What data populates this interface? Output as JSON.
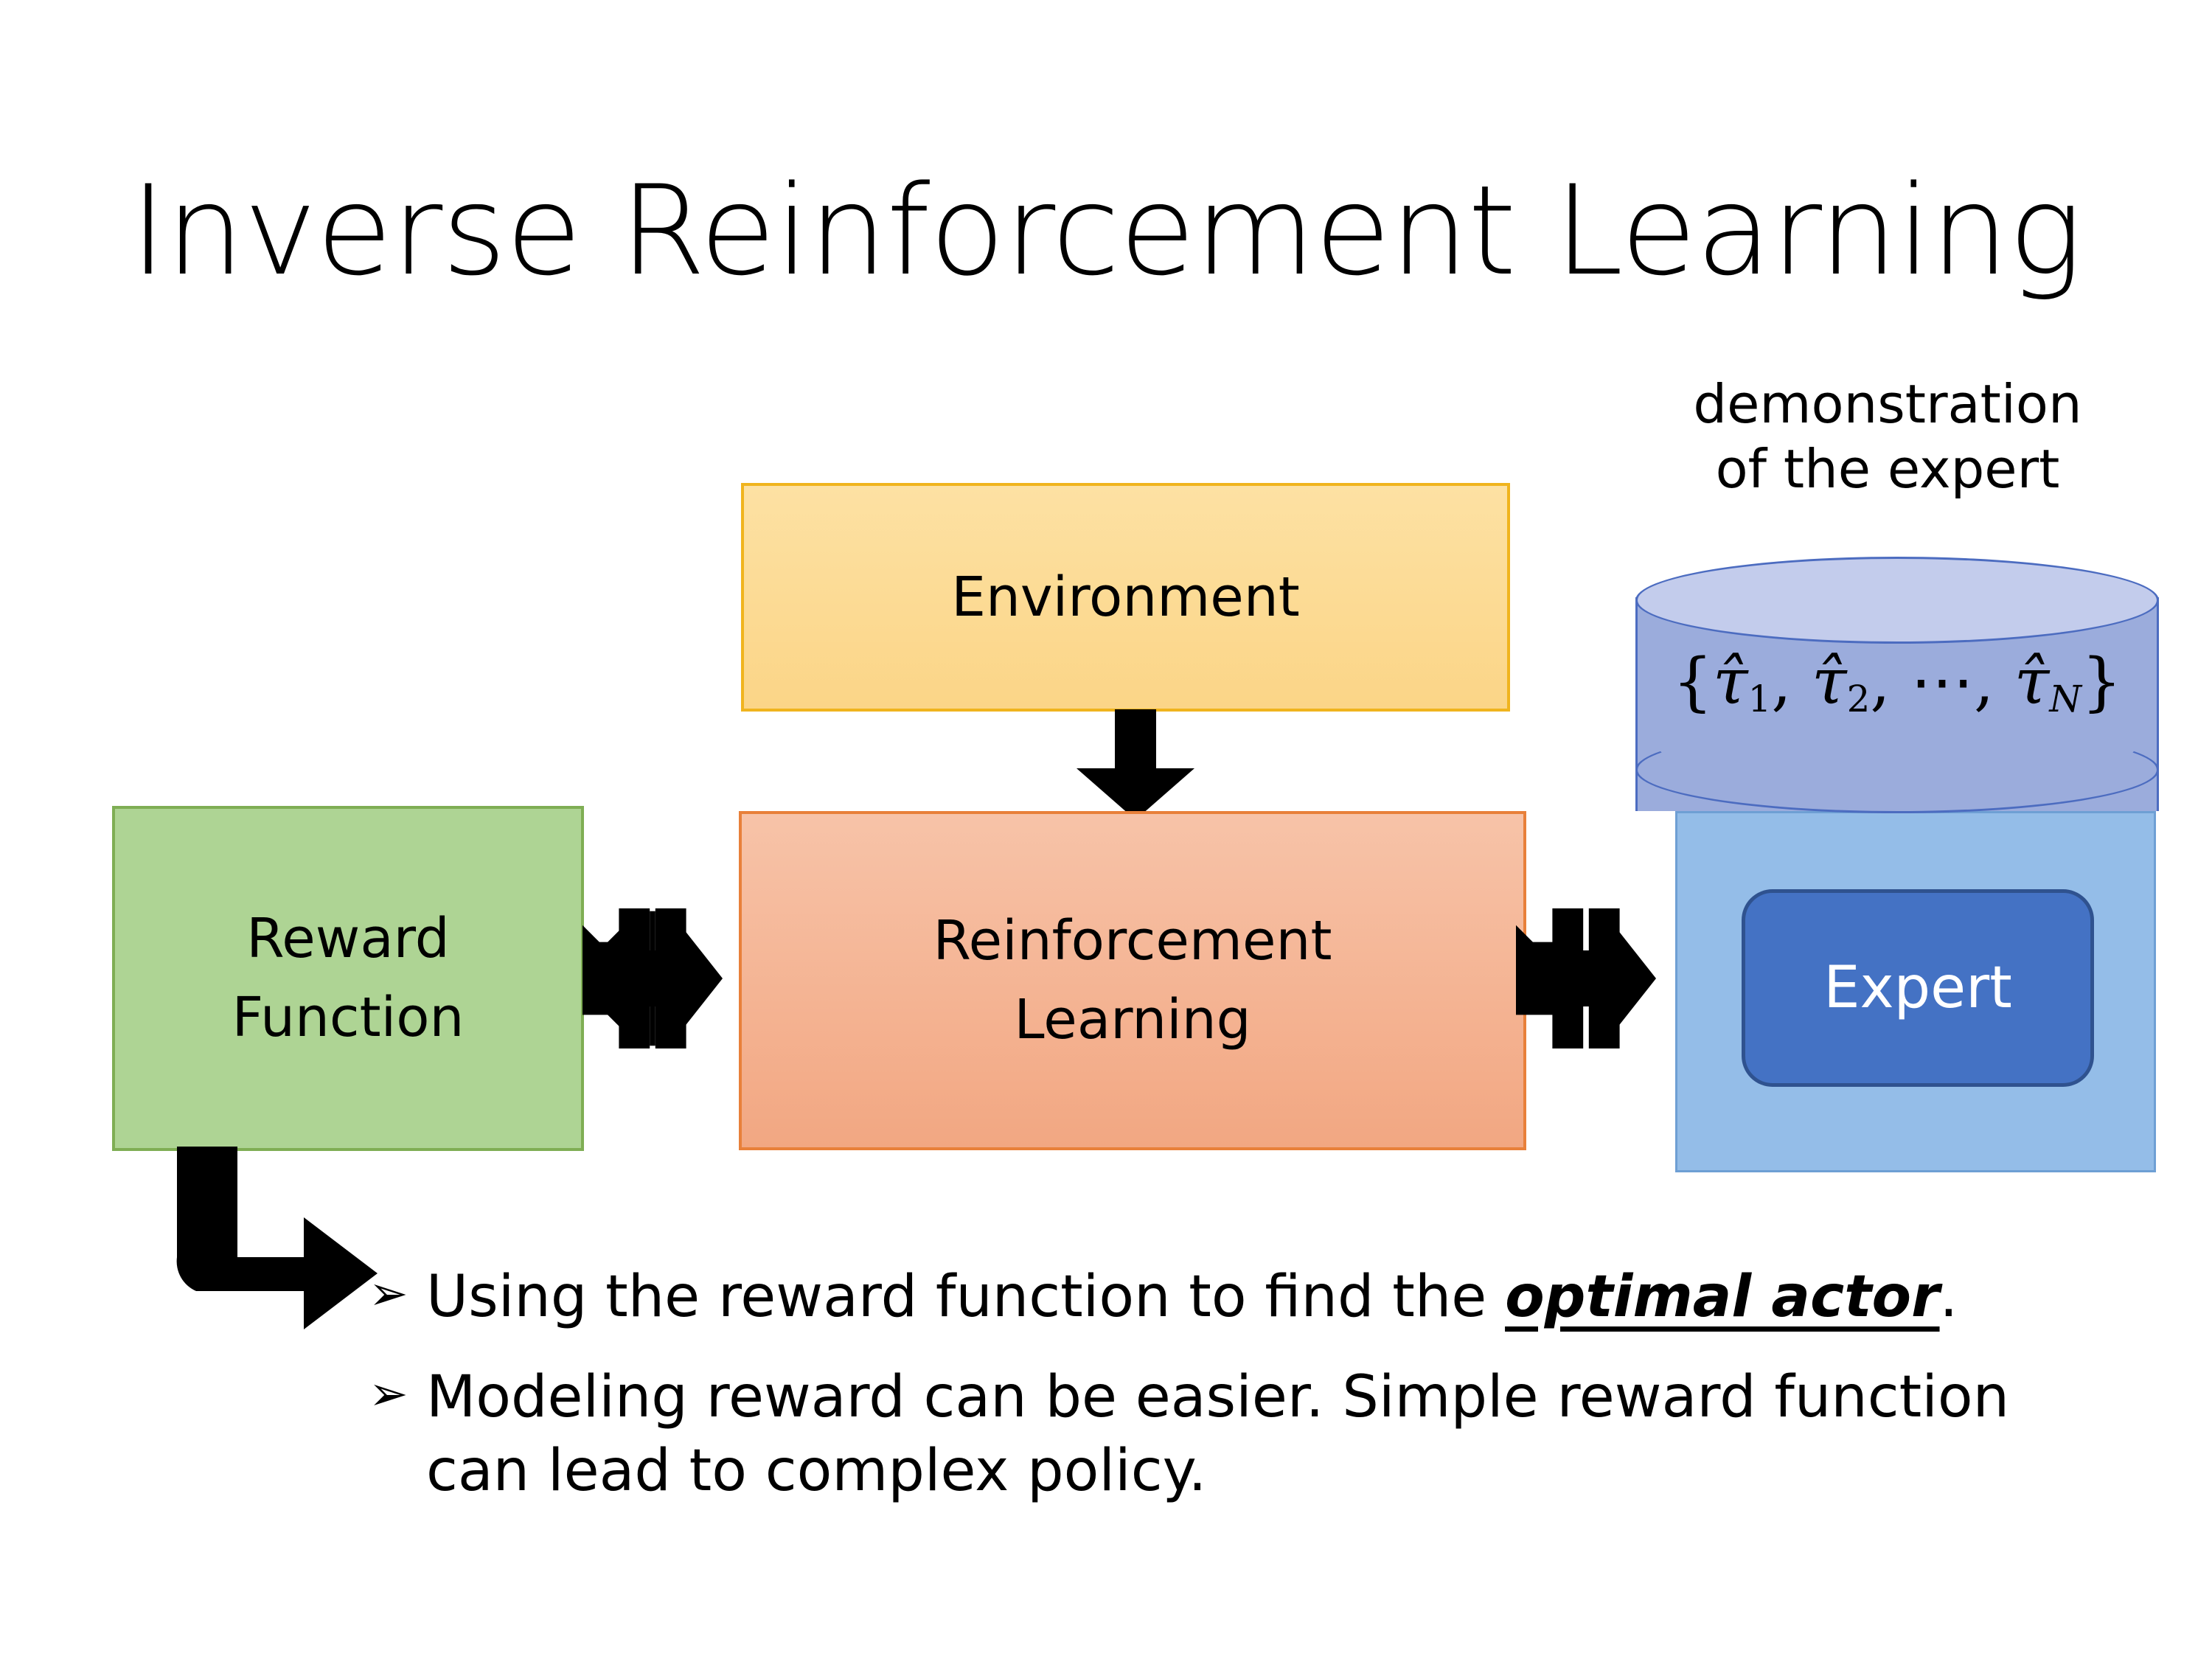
{
  "slide": {
    "title": "Inverse Reinforcement Learning"
  },
  "diagram": {
    "environment": {
      "label": "Environment",
      "fill": "#FBD587",
      "border": "#F0B41E"
    },
    "reinforcement_learning": {
      "line1": "Reinforcement",
      "line2": "Learning",
      "fill": "#F2A782",
      "border": "#E8803A"
    },
    "reward_function": {
      "line1": "Reward",
      "line2": "Function",
      "fill": "#AED494",
      "border": "#7FAE54"
    },
    "expert": {
      "label": "Expert",
      "fill": "#4472C4",
      "border": "#2F528F",
      "text_color": "#FFFFFF"
    },
    "expert_panel": {
      "fill": "#94BDE8",
      "border": "#6E9FD4"
    },
    "demonstration": {
      "line1": "demonstration",
      "line2": "of the expert"
    },
    "trajectory_set": {
      "open_brace": "{",
      "tau": "τ̂",
      "sub1": "1",
      "sep1": ", ",
      "sub2": "2",
      "sep2": ", ",
      "ellipsis": "⋯",
      "sep3": ", ",
      "subN": "N",
      "close_brace": "}",
      "cylinder_top_fill": "#C3CCEC",
      "cylinder_body_fill": "#9BACDC",
      "cylinder_stroke": "#4C6CC0"
    },
    "arrows": {
      "environment_to_rl": "down-arrow",
      "reward_to_rl": "quad-arrow",
      "rl_to_expert": "quad-arrow",
      "reward_to_bullet": "elbow-arrow",
      "color": "#000000"
    }
  },
  "bullets": [
    {
      "marker": "➢",
      "prefix": "Using the reward function to find the ",
      "emphasis": "optimal actor",
      "suffix": "."
    },
    {
      "marker": "➢",
      "prefix": "Modeling reward can be easier. Simple reward function can lead to complex policy.",
      "emphasis": "",
      "suffix": ""
    }
  ]
}
